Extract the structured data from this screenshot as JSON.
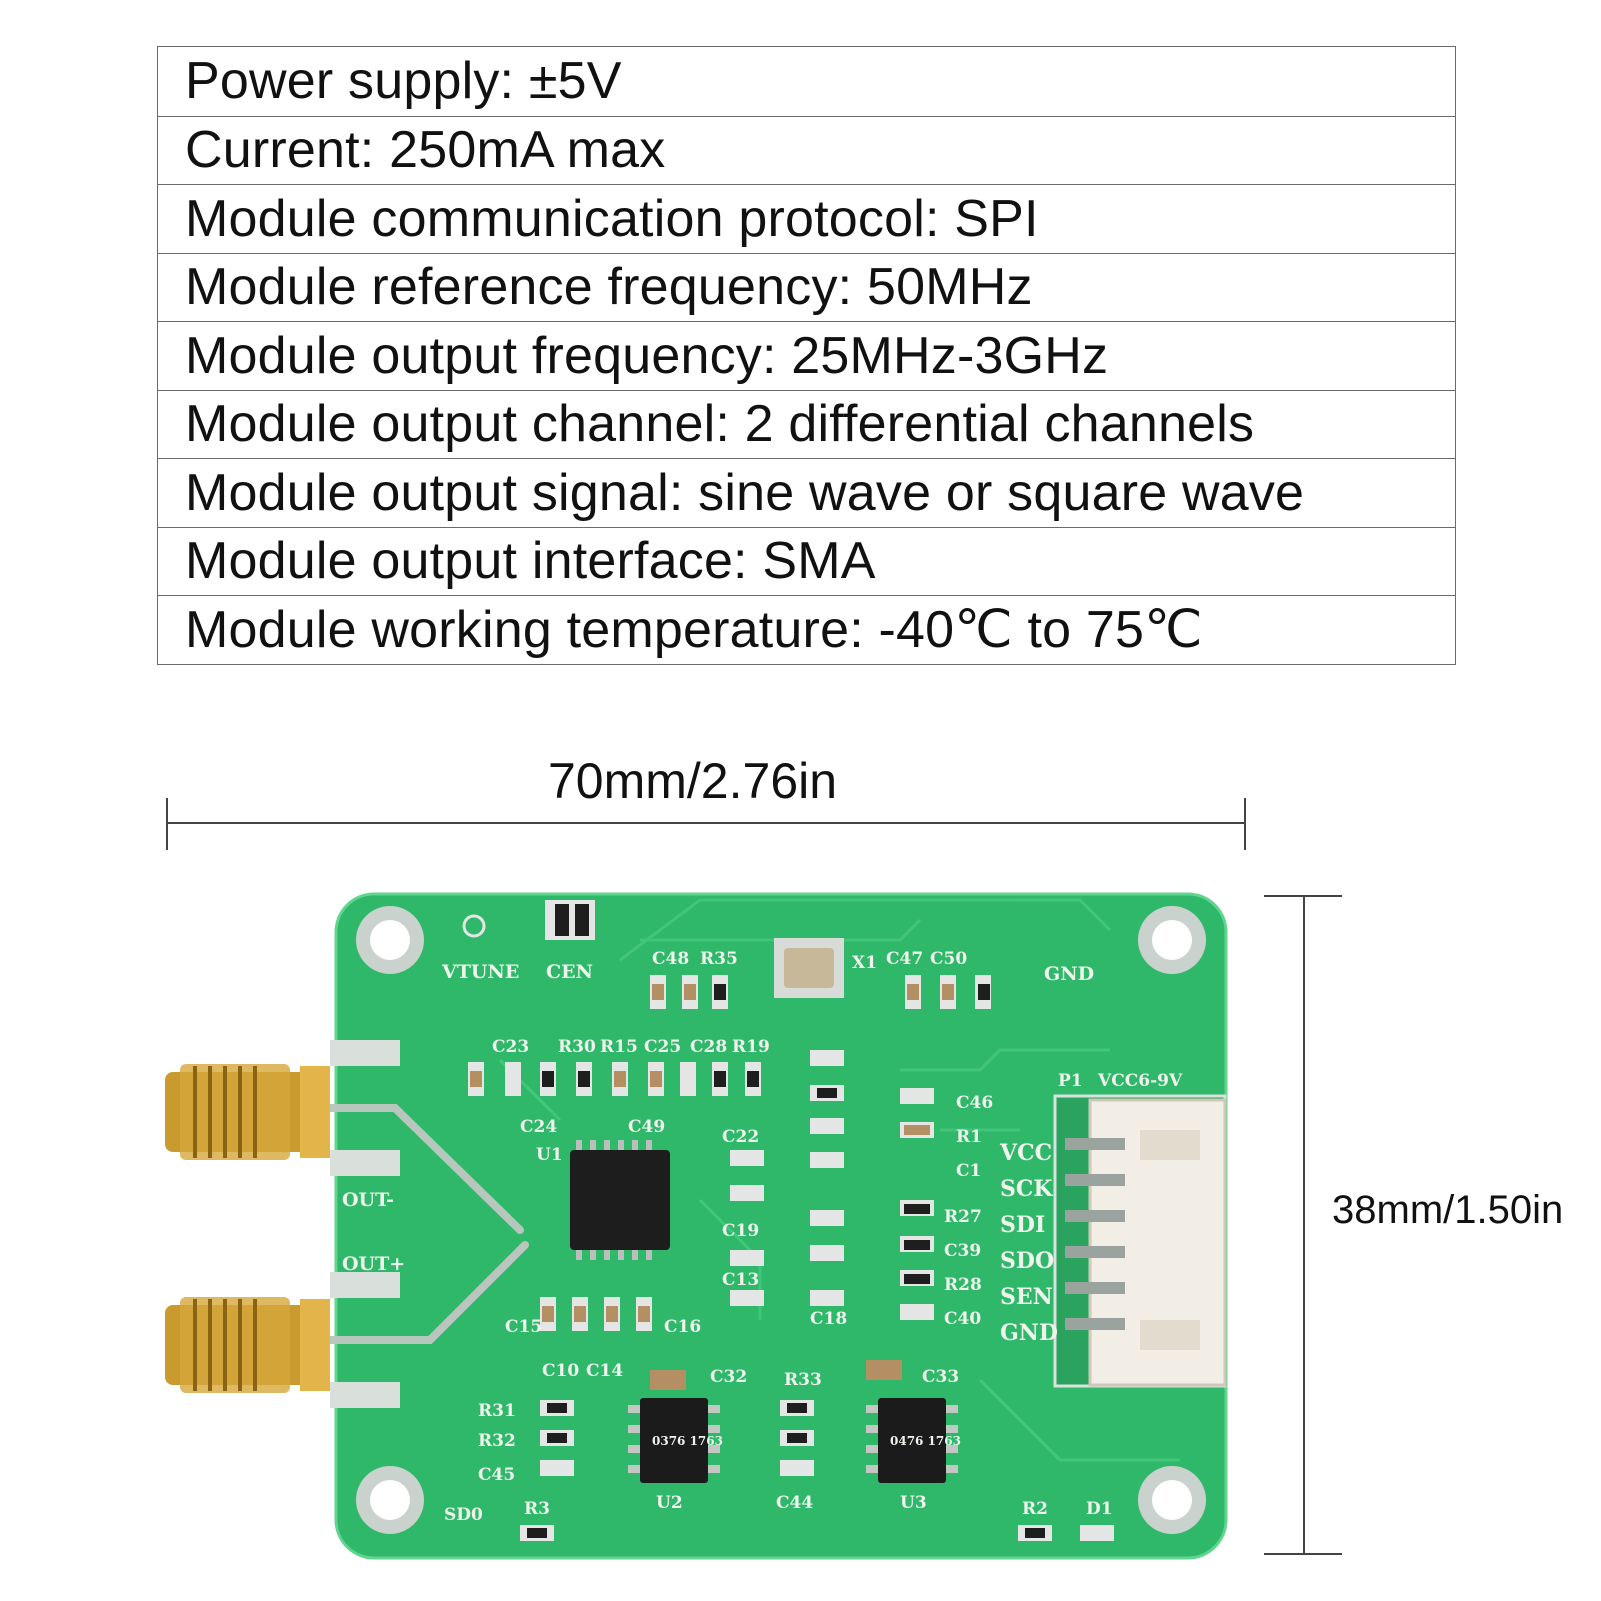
{
  "specs": [
    "Power supply: ±5V",
    "Current: 250mA max",
    "Module communication protocol: SPI",
    "Module reference frequency: 50MHz",
    "Module output frequency: 25MHz-3GHz",
    "Module output channel: 2 differential channels",
    "Module output signal: sine wave or square wave",
    "Module output interface: SMA",
    "Module working temperature: -40℃ to 75℃"
  ],
  "dimensions": {
    "width_label": "70mm/2.76in",
    "height_label": "38mm/1.50in"
  },
  "board": {
    "pcb_color": "#2fb86a",
    "labels": {
      "vtune": "VTUNE",
      "cen": "CEN",
      "gnd_top": "GND",
      "x1": "X1",
      "c48": "C48",
      "r35": "R35",
      "c47": "C47",
      "c50": "C50",
      "c23": "C23",
      "r30": "R30",
      "r15": "R15",
      "c25": "C25",
      "c28": "C28",
      "r19": "R19",
      "p1": "P1",
      "vcc_range": "VCC6-9V",
      "out_minus": "OUT-",
      "out_plus": "OUT+",
      "c24": "C24",
      "u1": "U1",
      "c49": "C49",
      "c22": "C22",
      "c19": "C19",
      "c13": "C13",
      "c46": "C46",
      "r1": "R1",
      "c1": "C1",
      "r27": "R27",
      "c39": "C39",
      "r28": "R28",
      "c40": "C40",
      "c18": "C18",
      "c10": "C10",
      "c14": "C14",
      "c15": "C15",
      "c16": "C16",
      "c32": "C32",
      "r33": "R33",
      "c33": "C33",
      "r31": "R31",
      "r32": "R32",
      "c45": "C45",
      "u2": "U2",
      "c44": "C44",
      "u3": "U3",
      "sd0": "SD0",
      "r3": "R3",
      "r2": "R2",
      "d1": "D1",
      "chip_u2": "0376 1763",
      "chip_u3": "0476 1763"
    },
    "pins": [
      "VCC",
      "SCK",
      "SDI",
      "SDO",
      "SEN",
      "GND"
    ]
  }
}
